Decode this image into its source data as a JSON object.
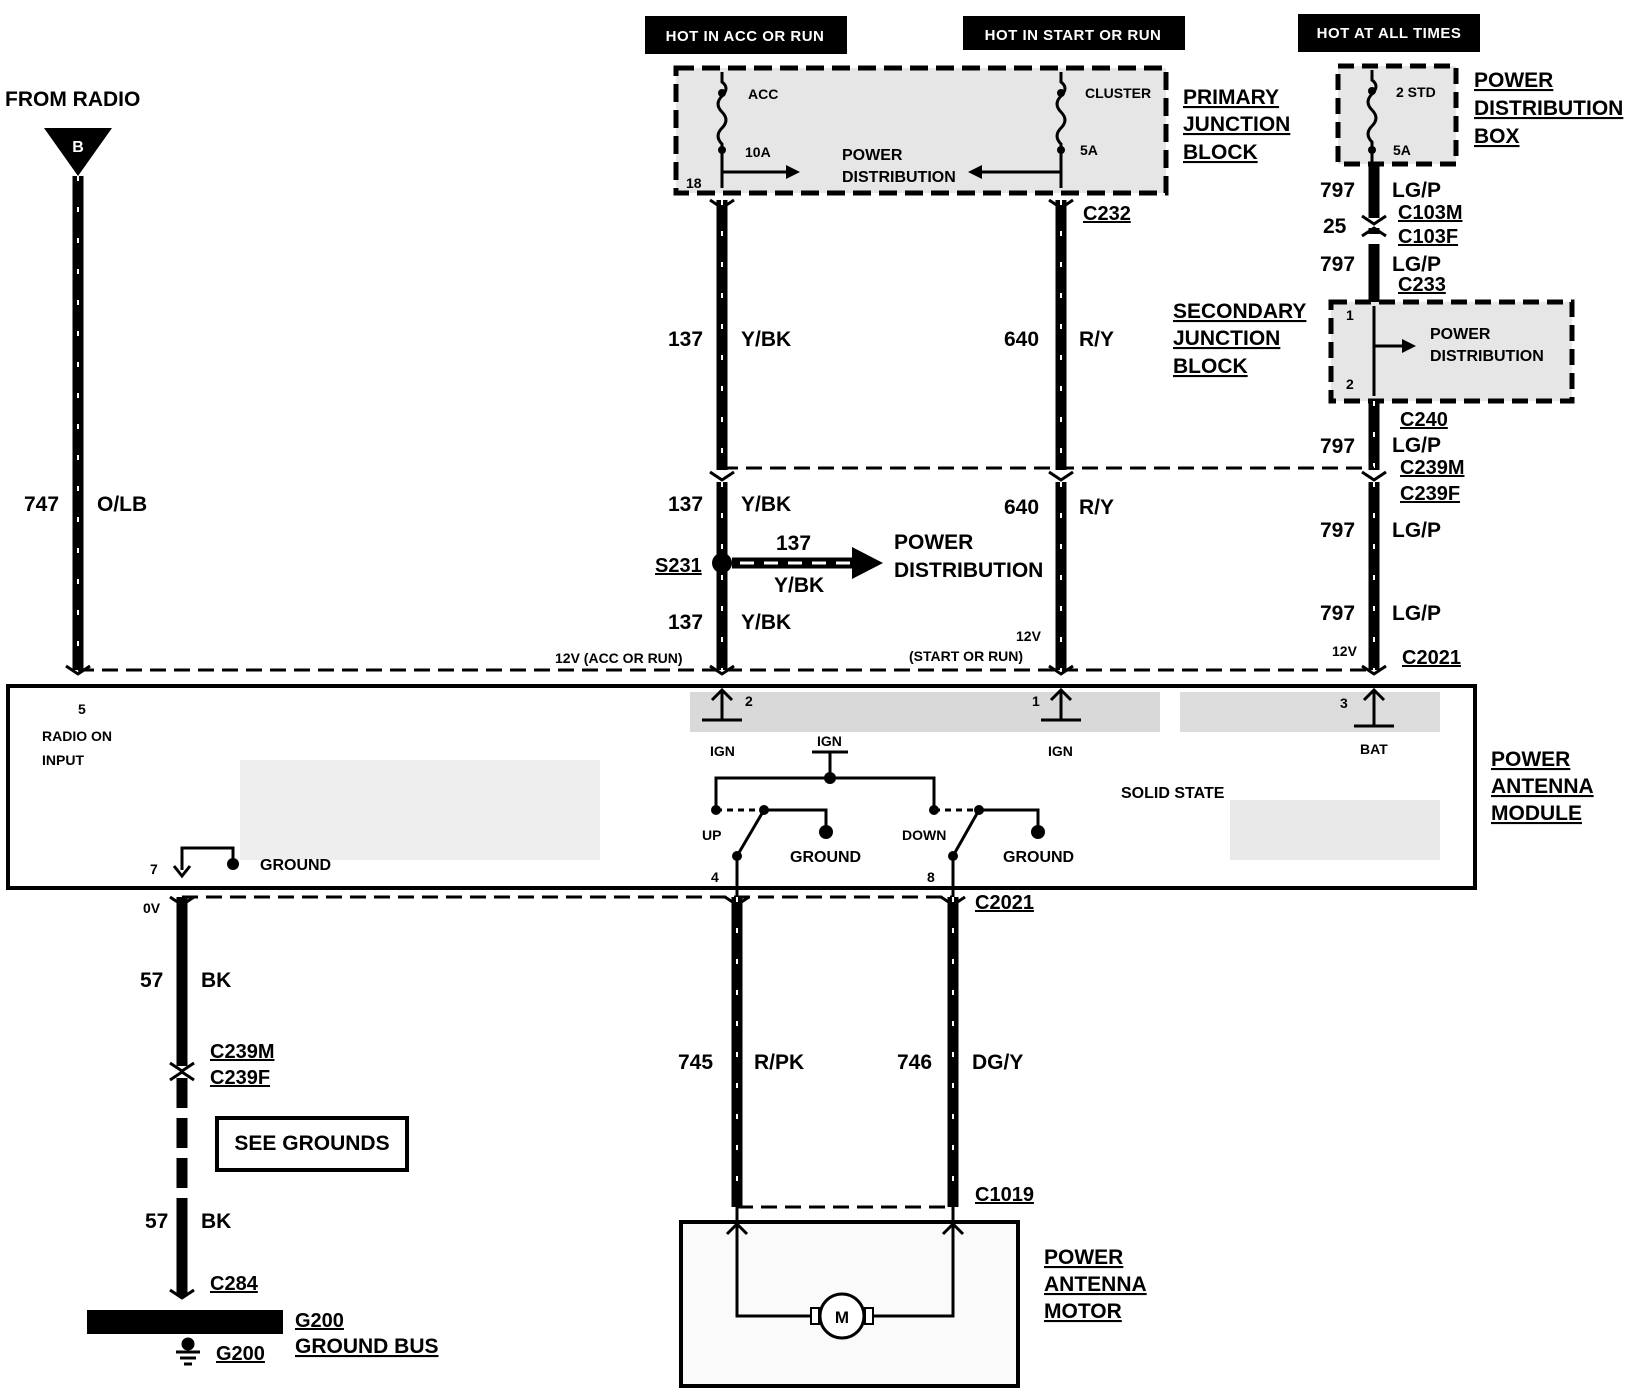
{
  "headers": {
    "acc_run": "HOT IN ACC OR RUN",
    "start_run": "HOT IN START OR RUN",
    "all_times": "HOT AT ALL TIMES"
  },
  "from_radio": {
    "label": "FROM RADIO",
    "connector": "B"
  },
  "primary_junction_block": {
    "title": [
      "PRIMARY",
      "JUNCTION",
      "BLOCK"
    ],
    "fuse_left_name": "ACC",
    "fuse_left_rating": "10A",
    "fuse_left_pin": "18",
    "fuse_right_name": "CLUSTER",
    "fuse_right_rating": "5A",
    "power_distribution": [
      "POWER",
      "DISTRIBUTION"
    ],
    "connector": "C232"
  },
  "power_distribution_box": {
    "title": [
      "POWER",
      "DISTRIBUTION",
      "BOX"
    ],
    "fuse_name": "2 STD",
    "fuse_rating": "5A"
  },
  "secondary_junction_block": {
    "title": [
      "SECONDARY",
      "JUNCTION",
      "BLOCK"
    ],
    "pin_in": "1",
    "pin_out": "2",
    "power_distribution": [
      "POWER",
      "DISTRIBUTION"
    ]
  },
  "circuits": {
    "c747": {
      "num": "747",
      "color": "O/LB"
    },
    "c137": {
      "num": "137",
      "color": "Y/BK"
    },
    "c640": {
      "num": "640",
      "color": "R/Y"
    },
    "c797": {
      "num": "797",
      "color": "LG/P"
    },
    "c25": {
      "num": "25"
    },
    "c57": {
      "num": "57",
      "color": "BK"
    },
    "c745": {
      "num": "745",
      "color": "R/PK"
    },
    "c746": {
      "num": "746",
      "color": "DG/Y"
    }
  },
  "connectors": {
    "c103m": "C103M",
    "c103f": "C103F",
    "c233": "C233",
    "c240": "C240",
    "c239m": "C239M",
    "c239f": "C239F",
    "c2021": "C2021",
    "c1019": "C1019",
    "c284": "C284"
  },
  "splice": {
    "id": "S231",
    "num": "137",
    "color": "Y/BK",
    "dest": [
      "POWER",
      "DISTRIBUTION"
    ]
  },
  "voltages": {
    "acc_run": "12V (ACC OR RUN)",
    "start_run_v": "12V",
    "start_run": "(START OR RUN)",
    "bat": "12V",
    "ground": "0V"
  },
  "module": {
    "title": [
      "POWER",
      "ANTENNA",
      "MODULE"
    ],
    "pin5": "5",
    "radio_on": [
      "RADIO ON",
      "INPUT"
    ],
    "pin7": "7",
    "ground": "GROUND",
    "pin2": "2",
    "pin1": "1",
    "pin3": "3",
    "ign": "IGN",
    "bat": "BAT",
    "solid_state": "SOLID STATE",
    "up": "UP",
    "down": "DOWN",
    "pin4": "4",
    "pin8": "8"
  },
  "motor": {
    "title": [
      "POWER",
      "ANTENNA",
      "MOTOR"
    ],
    "symbol": "M"
  },
  "ground": {
    "see_grounds": "SEE GROUNDS",
    "bus_id": "G200",
    "bus_label": "GROUND BUS",
    "ground_id": "G200"
  }
}
